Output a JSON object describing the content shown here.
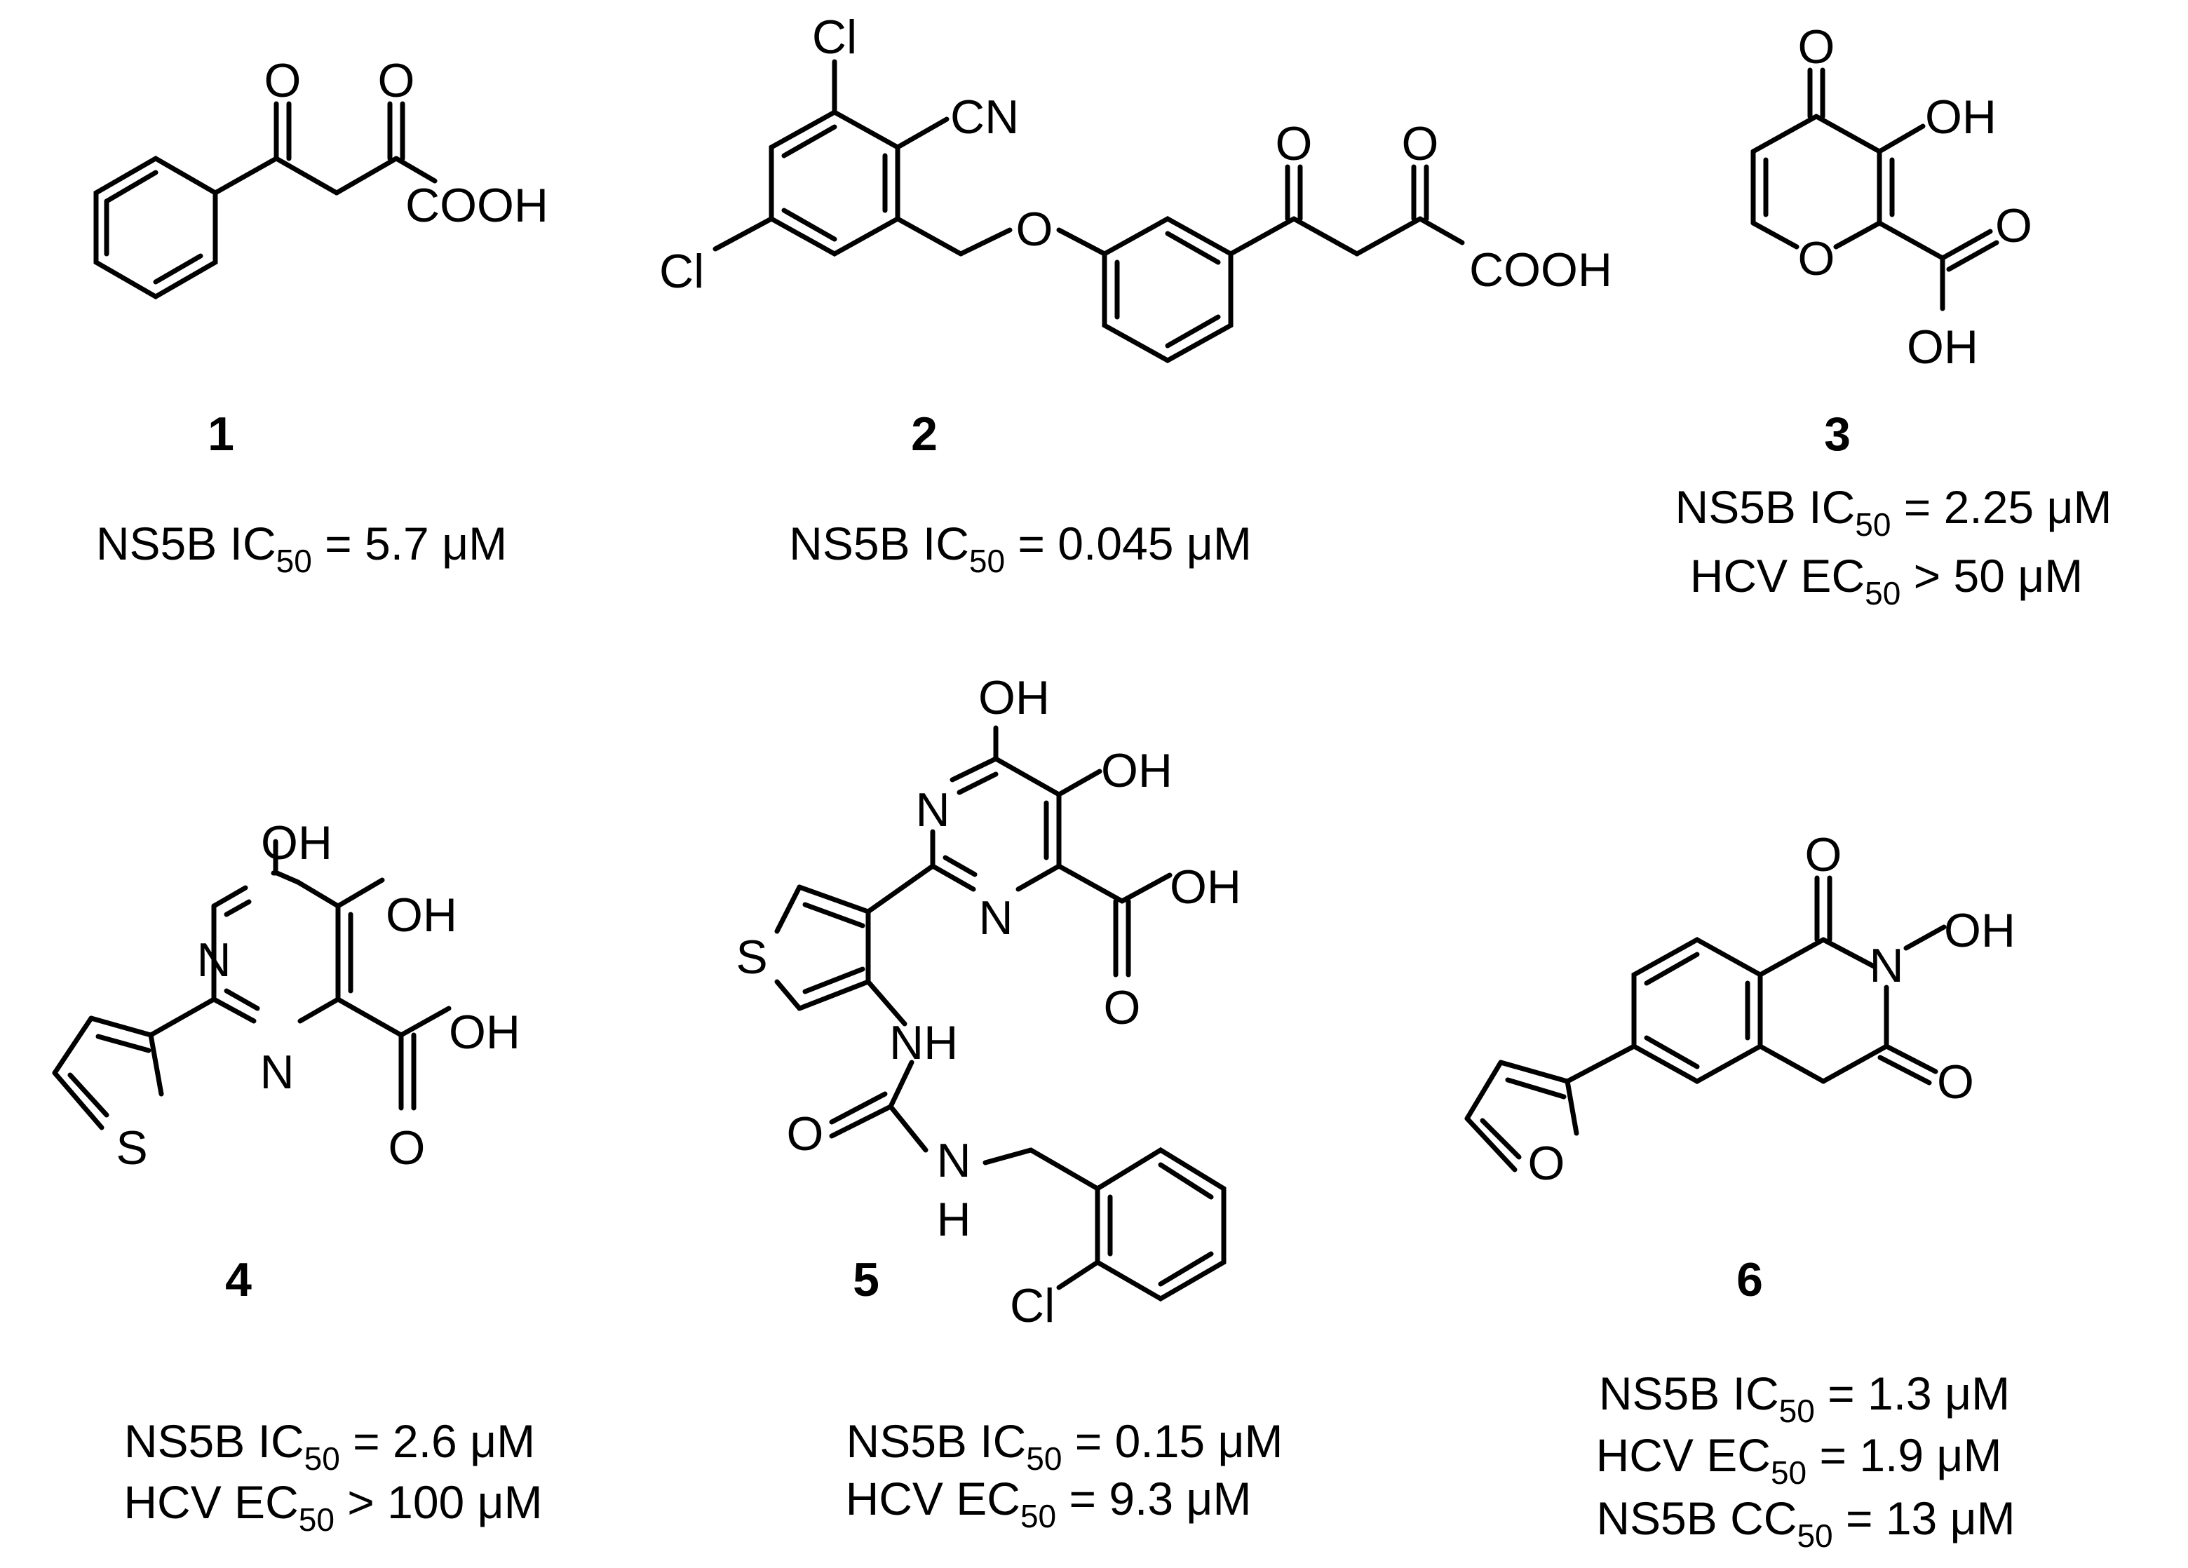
{
  "compounds": [
    {
      "number": "1",
      "atoms": {
        "o1": "O",
        "o2": "O",
        "acid": "COOH"
      },
      "activity": [
        {
          "label": "NS5B IC",
          "sub": "50",
          "value": " = 5.7 μM"
        }
      ]
    },
    {
      "number": "2",
      "atoms": {
        "cl_top": "Cl",
        "cn": "CN",
        "cl_left": "Cl",
        "o_ether": "O",
        "o1": "O",
        "o2": "O",
        "acid": "COOH"
      },
      "activity": [
        {
          "label": "NS5B IC",
          "sub": "50",
          "value": " = 0.045 μM"
        }
      ]
    },
    {
      "number": "3",
      "atoms": {
        "o_keto": "O",
        "oh": "OH",
        "o_ring": "O",
        "o_acid": "O",
        "oh_acid": "OH"
      },
      "activity": [
        {
          "label": "NS5B IC",
          "sub": "50",
          "value": " = 2.25 μM"
        },
        {
          "label": "HCV EC",
          "sub": "50",
          "value": " > 50 μM"
        }
      ]
    },
    {
      "number": "4",
      "atoms": {
        "oh1": "OH",
        "oh2": "OH",
        "n1": "N",
        "n2": "N",
        "oh_acid": "OH",
        "o_acid": "O",
        "s": "S"
      },
      "activity": [
        {
          "label": "NS5B IC",
          "sub": "50",
          "value": " = 2.6 μM"
        },
        {
          "label": "HCV EC",
          "sub": "50",
          "value": " > 100 μM"
        }
      ]
    },
    {
      "number": "5",
      "atoms": {
        "oh1": "OH",
        "oh2": "OH",
        "n1": "N",
        "n2": "N",
        "oh_acid": "OH",
        "o_acid": "O",
        "s": "S",
        "nh1": "NH",
        "o_urea": "O",
        "n_urea": "N",
        "h_urea": "H",
        "cl": "Cl"
      },
      "activity": [
        {
          "label": "NS5B IC",
          "sub": "50",
          "value": " = 0.15 μM"
        },
        {
          "label": "HCV EC",
          "sub": "50",
          "value": " = 9.3 μM"
        }
      ]
    },
    {
      "number": "6",
      "atoms": {
        "o_top": "O",
        "n": "N",
        "oh": "OH",
        "o_bottom": "O",
        "o_furan": "O"
      },
      "activity": [
        {
          "label": "NS5B IC",
          "sub": "50",
          "value": " = 1.3 μM"
        },
        {
          "label": "HCV EC",
          "sub": "50",
          "value": " = 1.9 μM"
        },
        {
          "label": "NS5B CC",
          "sub": "50",
          "value": " = 13 μM"
        }
      ]
    }
  ]
}
